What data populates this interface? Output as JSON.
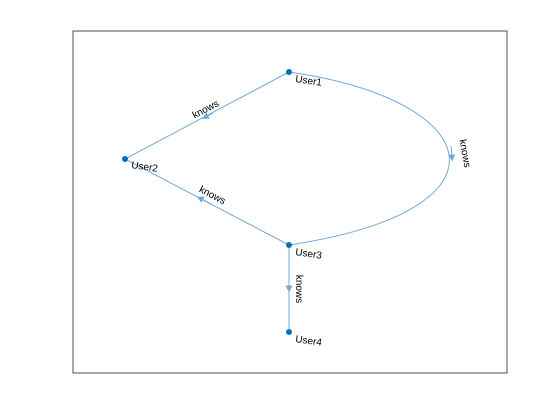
{
  "colors": {
    "background": "#ffffff",
    "axes_border": "#262626",
    "edge": "#73a9d8",
    "node": "#0072bd",
    "text": "#000000"
  },
  "graph": {
    "nodes": [
      {
        "id": "user1",
        "label": "User1"
      },
      {
        "id": "user2",
        "label": "User2"
      },
      {
        "id": "user3",
        "label": "User3"
      },
      {
        "id": "user4",
        "label": "User4"
      }
    ],
    "edges": [
      {
        "id": "edge-user1-user2",
        "source": "user1",
        "target": "user2",
        "label": "knows"
      },
      {
        "id": "edge-user1-user3",
        "source": "user1",
        "target": "user3",
        "label": "knows"
      },
      {
        "id": "edge-user3-user2",
        "source": "user3",
        "target": "user2",
        "label": "knows"
      },
      {
        "id": "edge-user3-user4",
        "source": "user3",
        "target": "user4",
        "label": "knows"
      }
    ]
  }
}
